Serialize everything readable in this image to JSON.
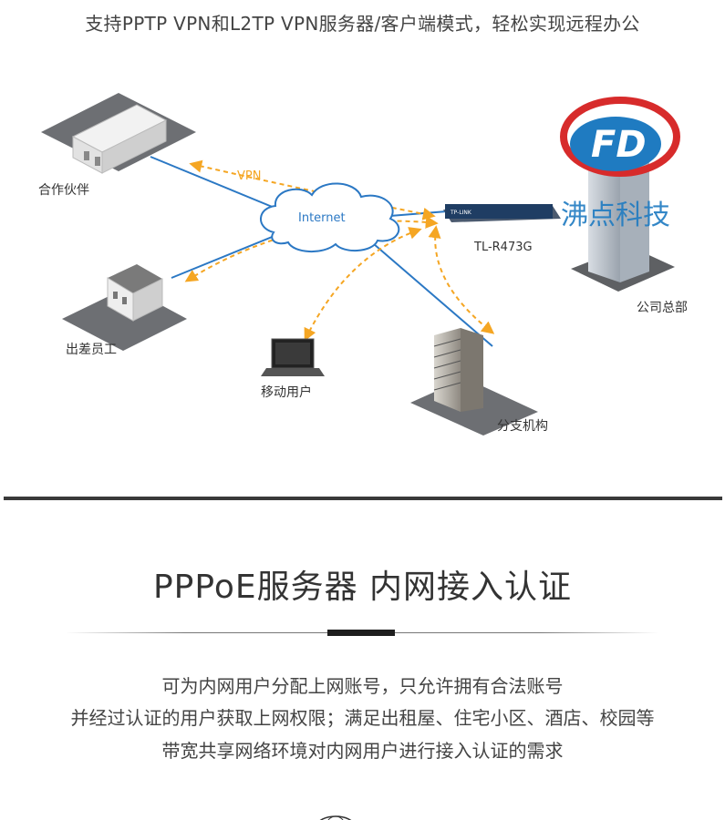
{
  "intro": {
    "subtitle": "支持PPTP VPN和L2TP VPN服务器/客户端模式，轻松实现远程办公"
  },
  "diagram": {
    "nodes": {
      "partner": "合作伙伴",
      "travel_staff": "出差员工",
      "mobile_user": "移动用户",
      "branch": "分支机构",
      "hq": "公司总部"
    },
    "internet_label": "Internet",
    "vpn_label": "VPN",
    "router_model": "TL-R473G",
    "router_brand": "TP-LINK",
    "watermark": "沸点科技",
    "colors": {
      "link": "#2b78c4",
      "vpn_tunnel": "#f5a623",
      "logo_red": "#d72b2b",
      "logo_blue": "#1f7bc1"
    }
  },
  "pppoe": {
    "title": "PPPoE服务器 内网接入认证",
    "description": [
      "可为内网用户分配上网账号，只允许拥有合法账号",
      "并经过认证的用户获取上网权限；满足出租屋、住宅小区、酒店、校园等",
      "带宽共享网络环境对内网用户进行接入认证的需求"
    ]
  }
}
